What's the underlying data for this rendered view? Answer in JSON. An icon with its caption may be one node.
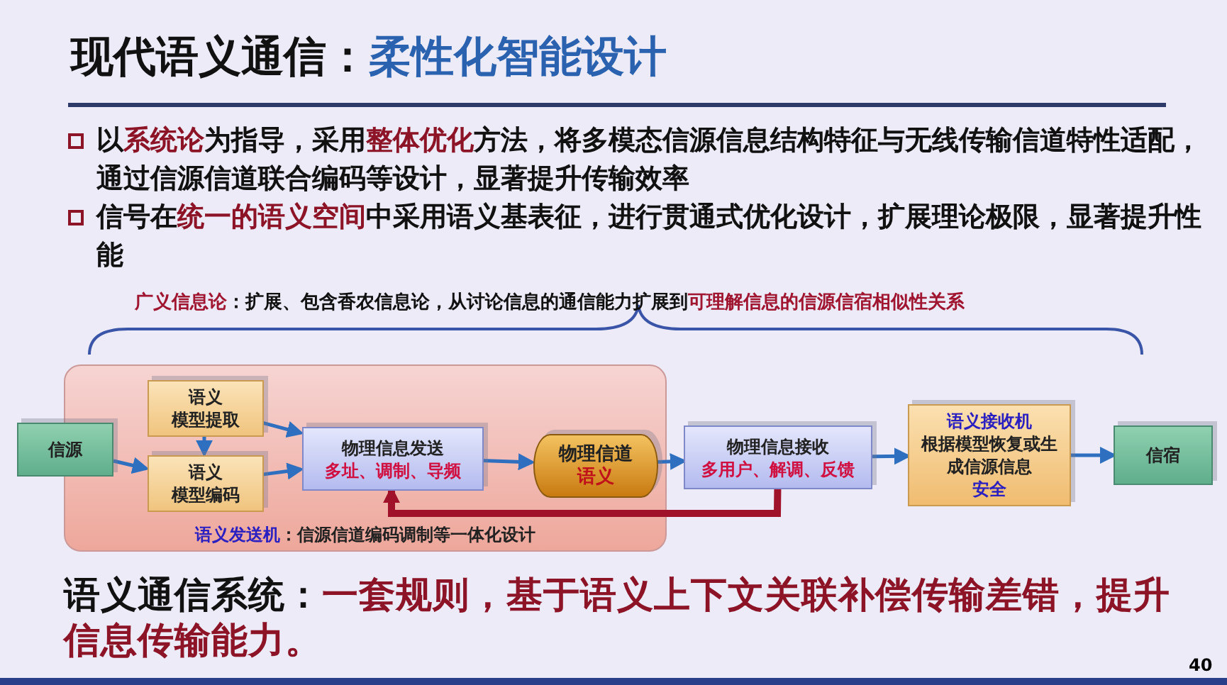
{
  "diagram": {
    "title": "现代语义通信：*柔性化智能设计*",
    "nodes": [
      {
        "text": [
          "**语义发送机**：信源信道编码调制等一体化设计"
        ]
      },
      {
        "text": [
          "信源"
        ]
      },
      {
        "text": [
          "语义",
          "模型提取"
        ],
        "in": 0
      },
      {
        "text": [
          "语义",
          "模型编码"
        ],
        "in": 0
      },
      {
        "text": [
          "物理信息发送",
          "多址、调制、导频"
        ],
        "in": 0
      },
      {
        "text": [
          "物理信道",
          "语义"
        ],
        "in": 0
      },
      {
        "text": [
          "物理信息接收",
          "多用户、解调、反馈"
        ]
      },
      {
        "text": [
          "语义接收机",
          "根据模型恢复或生成信源信息",
          "安全"
        ]
      },
      {
        "text": [
          "信宿"
        ]
      }
    ],
    "edges": [
      {
        "from": 1,
        "to": 3,
        "arrow": "to"
      },
      {
        "from": 2,
        "to": 3,
        "arrow": "to"
      },
      {
        "from": 2,
        "to": 4,
        "arrow": "to"
      },
      {
        "from": 3,
        "to": 4,
        "arrow": "to"
      },
      {
        "from": 4,
        "to": 5,
        "arrow": "to"
      },
      {
        "from": 5,
        "to": 6,
        "arrow": "to"
      },
      {
        "from": 6,
        "to": 7,
        "arrow": "to"
      },
      {
        "from": 7,
        "to": 8,
        "arrow": "to"
      },
      {
        "from": 6,
        "to": 4,
        "arrow": "to",
        "style": "thick",
        "color": "#a0122a"
      }
    ],
    "labels": [
      "以**系统论**为指导，采用**整体优化**方法，将多模态信源信息结构特征与无线传输信道特性适配，通过信源信道联合编码等设计，显著提升传输效率",
      "信号在**统一的语义空间**中采用语义基表征，进行贯通式优化设计，扩展理论极限，显著提升性能",
      "**广义信息论**：扩展、包含香农信息论，从讨论信息的通信能力扩展到**可理解信息的信源信宿相似性关系**",
      "语义通信系统：**一套规则，基于语义上下文关联补偿传输差错，提升信息传输能力。**",
      "40"
    ]
  }
}
